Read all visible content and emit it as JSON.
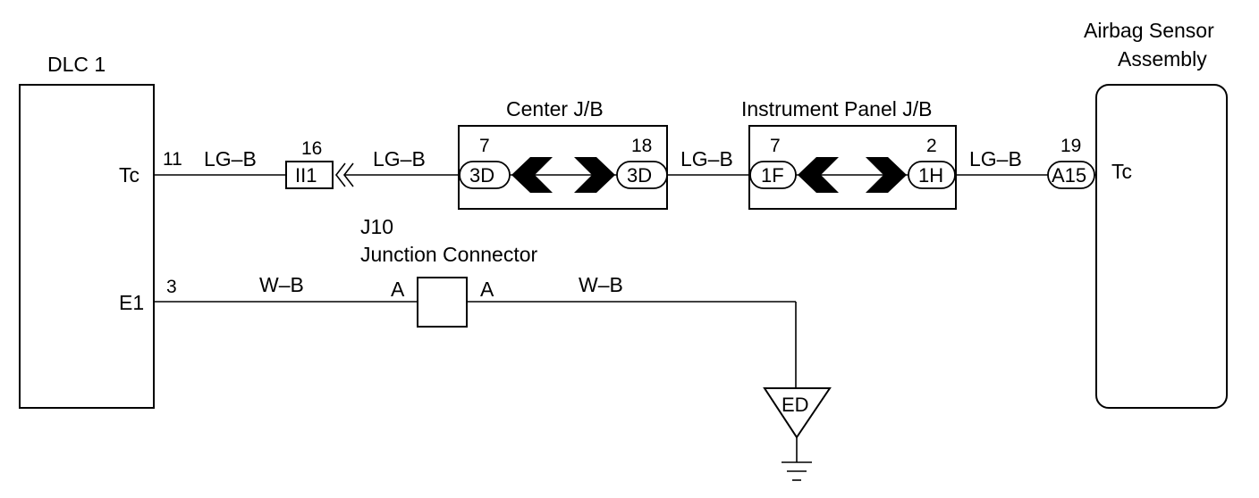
{
  "dlc": {
    "title": "DLC 1",
    "pin_tc_label": "Tc",
    "pin_e1_label": "E1",
    "pin_tc_number": "11",
    "pin_e1_number": "3"
  },
  "wires": {
    "tc_seg1": "LG–B",
    "tc_seg2": "LG–B",
    "tc_seg3": "LG–B",
    "tc_seg4": "LG–B",
    "e1_seg1": "W–B",
    "e1_seg2": "W–B"
  },
  "inline_connector": {
    "pin_number": "16",
    "code": "II1"
  },
  "center_jb": {
    "title": "Center J/B",
    "left_pin": "7",
    "left_code": "3D",
    "right_pin": "18",
    "right_code": "3D"
  },
  "instrument_jb": {
    "title": "Instrument Panel J/B",
    "left_pin": "7",
    "left_code": "1F",
    "right_pin": "2",
    "right_code": "1H"
  },
  "airbag": {
    "title_line1": "Airbag Sensor",
    "title_line2": "Assembly",
    "pin_number": "19",
    "connector_code": "A15",
    "pin_label": "Tc"
  },
  "junction": {
    "code": "J10",
    "name": "Junction Connector",
    "left_pin": "A",
    "right_pin": "A"
  },
  "ground": {
    "code": "ED"
  }
}
